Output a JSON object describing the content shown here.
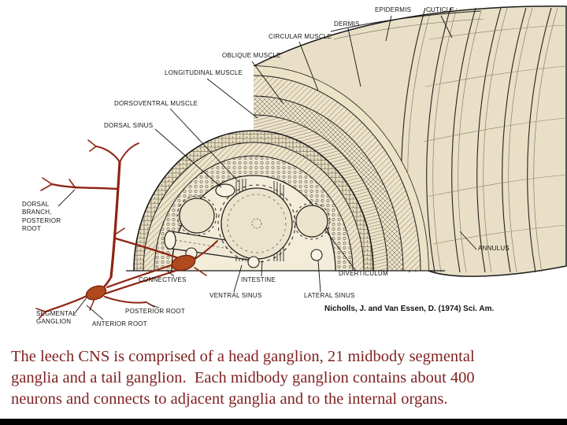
{
  "colors": {
    "body_tan": "#e8dfc6",
    "interior_cream": "#f3ecd9",
    "nerve_red": "#8f2413",
    "ganglion_fill": "#b04a1e",
    "caption_maroon": "#7f2221"
  },
  "figure": {
    "citation": "Nicholls, J. and Van Essen, D. (1974) Sci. Am.",
    "labels": [
      {
        "id": "epidermis",
        "text": "EPIDERMIS"
      },
      {
        "id": "cuticle",
        "text": "CUTICLE"
      },
      {
        "id": "dermis",
        "text": "DERMIS"
      },
      {
        "id": "circular-muscle",
        "text": "CIRCULAR MUSCLE"
      },
      {
        "id": "oblique-muscle",
        "text": "OBLIQUE MUSCLE"
      },
      {
        "id": "longitudinal-muscle",
        "text": "LONGITUDINAL MUSCLE"
      },
      {
        "id": "dorsoventral-muscle",
        "text": "DORSOVENTRAL MUSCLE"
      },
      {
        "id": "dorsal-sinus",
        "text": "DORSAL SINUS"
      },
      {
        "id": "dorsal-branch-posterior-root",
        "text": "DORSAL\nBRANCH,\nPOSTERIOR\nROOT"
      },
      {
        "id": "annulus",
        "text": "ANNULUS"
      },
      {
        "id": "connectives",
        "text": "CONNECTIVES"
      },
      {
        "id": "segmental-ganglion",
        "text": "SEGMENTAL\nGANGLION"
      },
      {
        "id": "anterior-root",
        "text": "ANTERIOR ROOT"
      },
      {
        "id": "posterior-root",
        "text": "POSTERIOR ROOT"
      },
      {
        "id": "ventral-sinus",
        "text": "VENTRAL SINUS"
      },
      {
        "id": "intestine",
        "text": "INTESTINE"
      },
      {
        "id": "lateral-sinus",
        "text": "LATERAL SINUS"
      },
      {
        "id": "diverticulum",
        "text": "DIVERTICULUM"
      }
    ]
  },
  "caption": {
    "text": "The leech CNS is comprised of a head ganglion, 21 midbody segmental\nganglia and a tail ganglion.  Each midbody ganglion contains about 400\nneurons and connects to adjacent ganglia and to the internal organs."
  }
}
